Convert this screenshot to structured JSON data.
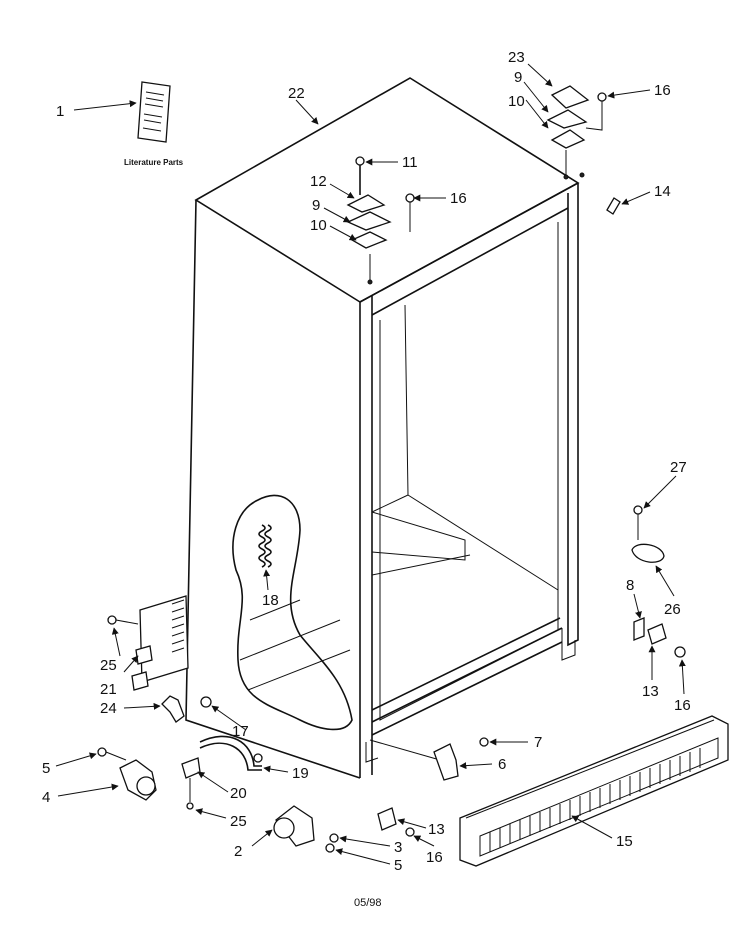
{
  "literature_caption": "Literature Parts",
  "footer": "05/98",
  "labels": {
    "l1": "1",
    "l22": "22",
    "l23": "23",
    "l9a": "9",
    "l16a": "16",
    "l10a": "10",
    "l11": "11",
    "l12": "12",
    "l16b": "16",
    "l9b": "9",
    "l10b": "10",
    "l14": "14",
    "l27": "27",
    "l18": "18",
    "l8": "8",
    "l26": "26",
    "l25a": "25",
    "l21": "21",
    "l13a": "13",
    "l16c": "16",
    "l24": "24",
    "l17": "17",
    "l7": "7",
    "l5a": "5",
    "l6": "6",
    "l19": "19",
    "l4": "4",
    "l20": "20",
    "l13b": "13",
    "l25b": "25",
    "l15": "15",
    "l3": "3",
    "l2": "2",
    "l16d": "16",
    "l5b": "5"
  }
}
